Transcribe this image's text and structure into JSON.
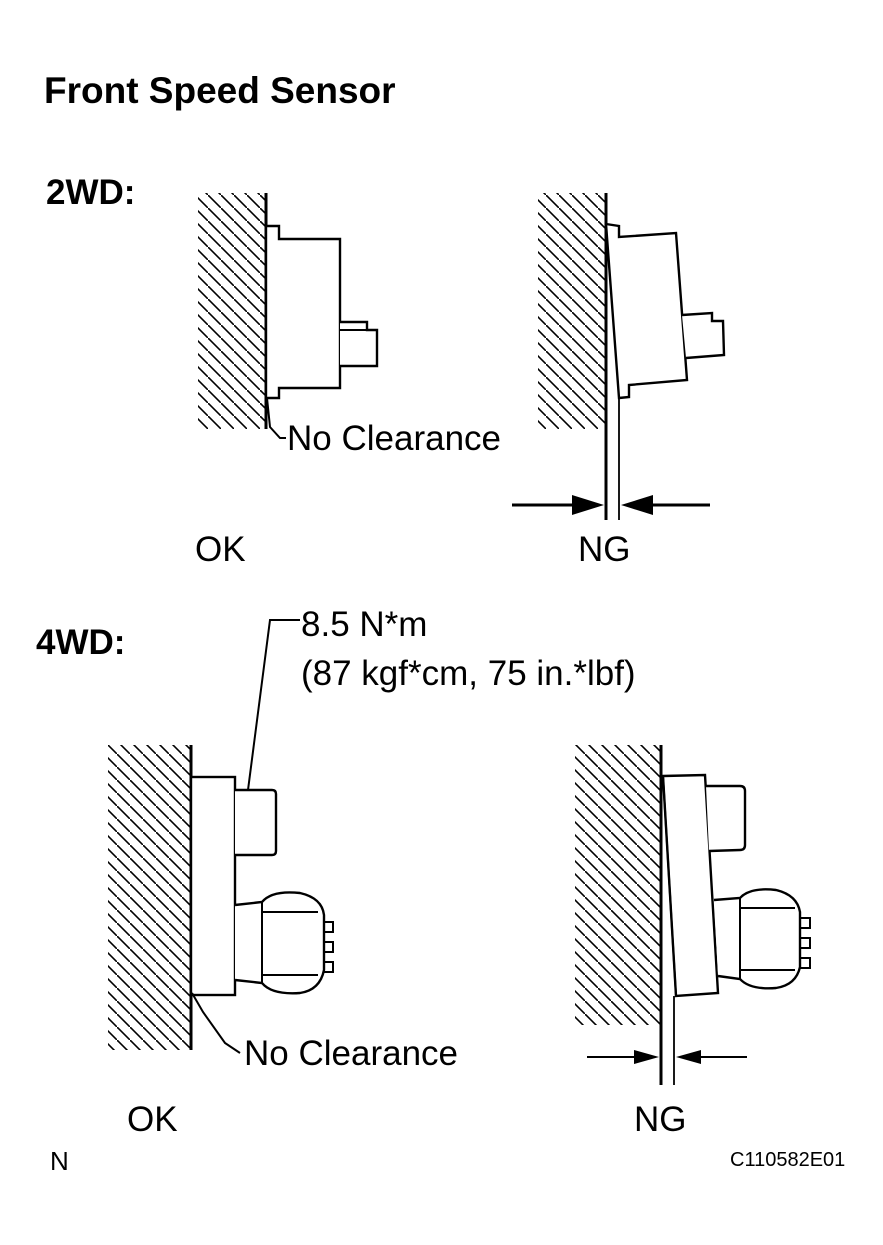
{
  "title": "Front Speed Sensor",
  "sections": {
    "twowd": {
      "label": "2WD:",
      "ok_label": "OK",
      "ng_label": "NG",
      "no_clearance": "No Clearance"
    },
    "fourwd": {
      "label": "4WD:",
      "ok_label": "OK",
      "ng_label": "NG",
      "no_clearance": "No Clearance",
      "torque_line1": "8.5 N*m",
      "torque_line2": "(87 kgf*cm, 75 in.*lbf)"
    }
  },
  "footer": {
    "left_mark": "N",
    "figure_code": "C110582E01"
  },
  "colors": {
    "ink": "#000000",
    "paper": "#ffffff"
  }
}
